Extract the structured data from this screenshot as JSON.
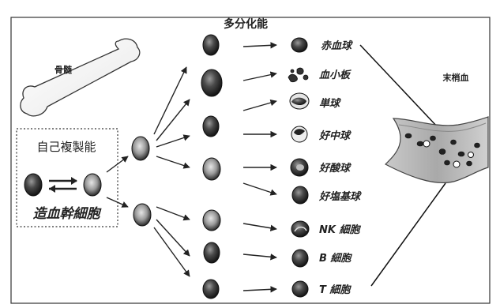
{
  "header": {
    "title": "多分化能"
  },
  "bone": {
    "label": "骨髄"
  },
  "self_renewal_box": {
    "label": "自己複製能",
    "stem_cell_label": "造血幹細胞"
  },
  "peripheral_blood": {
    "label": "末梢血"
  },
  "cells": [
    {
      "label": "赤血球"
    },
    {
      "label": "血小板"
    },
    {
      "label": "単球"
    },
    {
      "label": "好中球"
    },
    {
      "label": "好酸球"
    },
    {
      "label": "好塩基球"
    },
    {
      "label": "NK 細胞"
    },
    {
      "label": "B 細胞"
    },
    {
      "label": "T 細胞"
    }
  ]
}
